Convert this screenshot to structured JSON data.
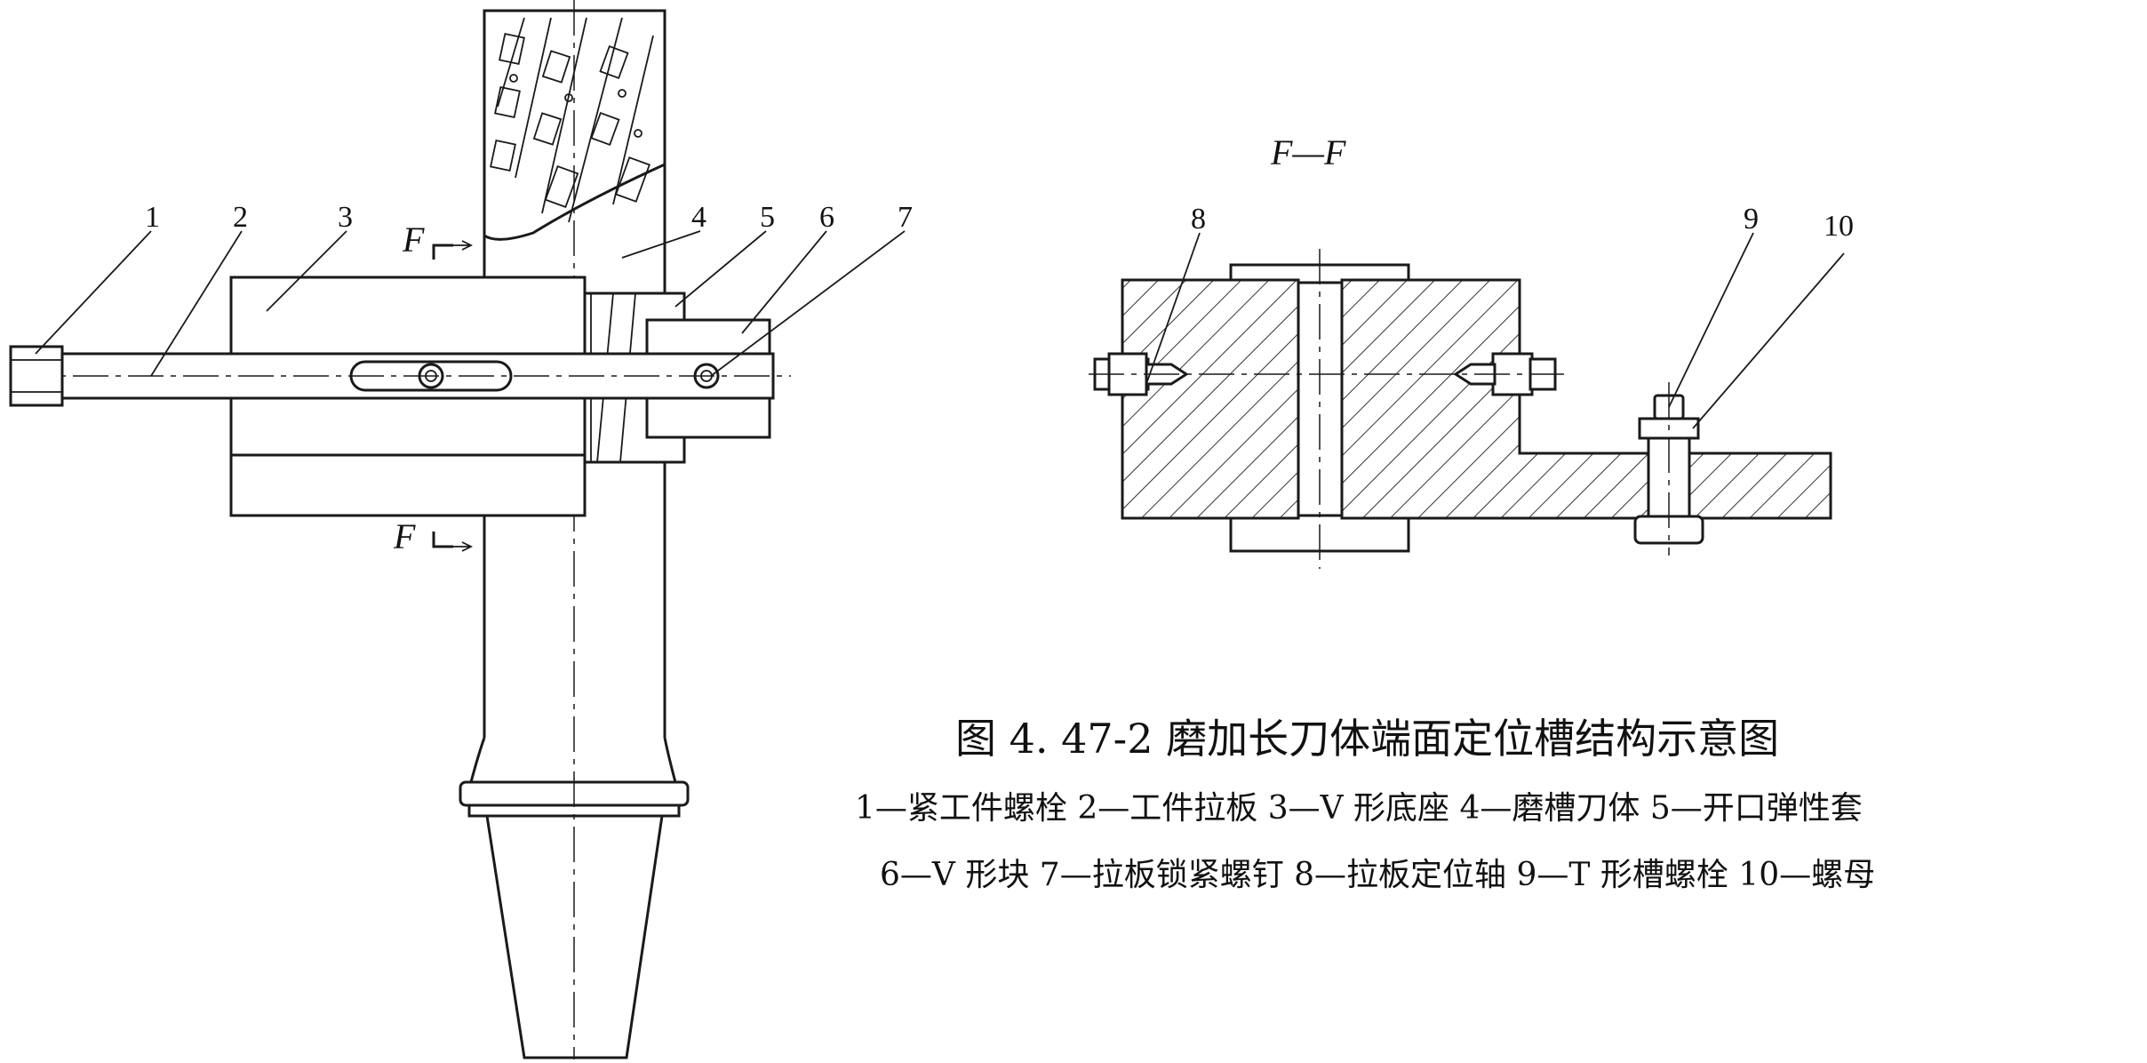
{
  "figure": {
    "caption_title": "图 4. 47-2    磨加长刀体端面定位槽结构示意图",
    "legend_line_1": "1—紧工件螺栓   2—工件拉板   3—V 形底座   4—磨槽刀体   5—开口弹性套",
    "legend_line_2": "6—V 形块   7—拉板锁紧螺钉   8—拉板定位轴   9—T 形槽螺栓   10—螺母"
  },
  "section": {
    "view_label": "F—F",
    "marker_top": "F",
    "marker_bottom": "F"
  },
  "callouts": {
    "c1": "1",
    "c2": "2",
    "c3": "3",
    "c4": "4",
    "c5": "5",
    "c6": "6",
    "c7": "7",
    "c8": "8",
    "c9": "9",
    "c10": "10"
  }
}
